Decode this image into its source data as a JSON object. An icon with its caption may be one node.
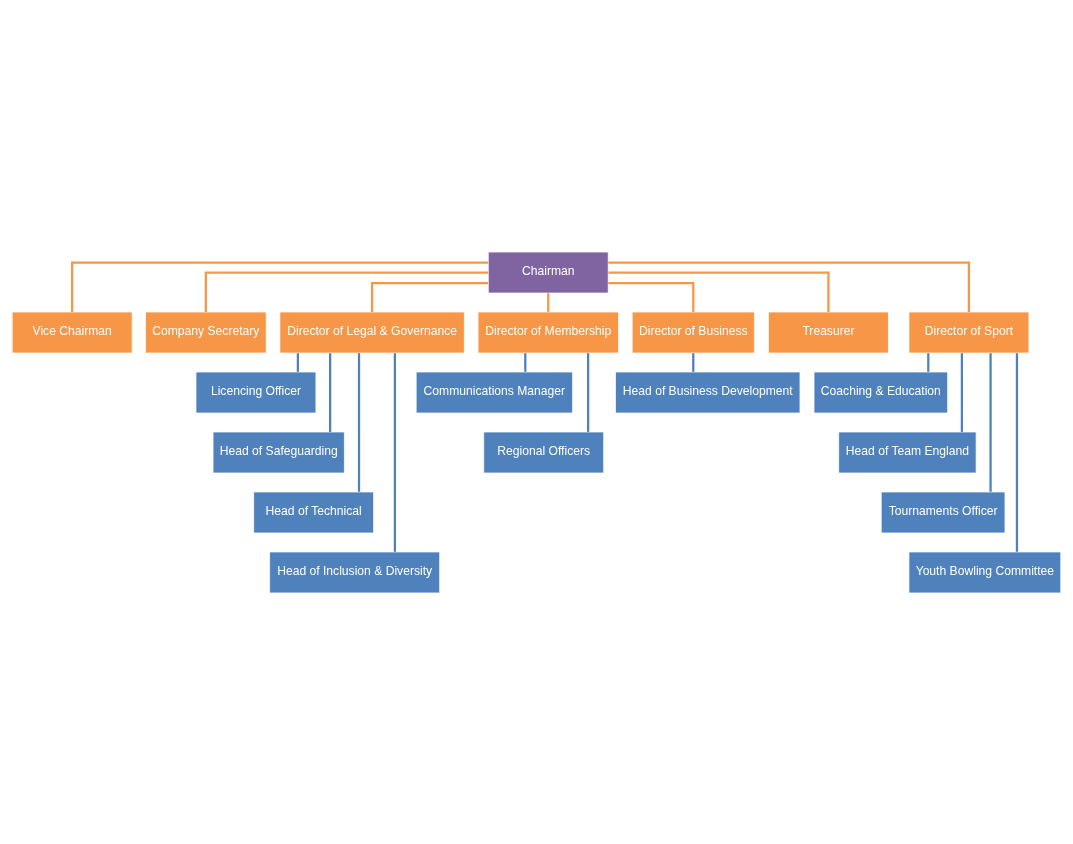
{
  "diagram": {
    "nodes": [
      {
        "text": [
          "Chairman"
        ]
      },
      {
        "text": [
          "Vice Chairman"
        ]
      },
      {
        "text": [
          "Company Secretary"
        ]
      },
      {
        "text": [
          "Director of Legal & Governance"
        ]
      },
      {
        "text": [
          "Director of Membership"
        ]
      },
      {
        "text": [
          "Director of Business"
        ]
      },
      {
        "text": [
          "Treasurer"
        ]
      },
      {
        "text": [
          "Director of Sport"
        ]
      },
      {
        "text": [
          "Licencing Officer"
        ]
      },
      {
        "text": [
          "Head of Safeguarding"
        ]
      },
      {
        "text": [
          "Head of Technical"
        ]
      },
      {
        "text": [
          "Head of Inclusion & Diversity"
        ]
      },
      {
        "text": [
          "Communications Manager"
        ]
      },
      {
        "text": [
          "Regional Officers"
        ]
      },
      {
        "text": [
          "Head of Business Development"
        ]
      },
      {
        "text": [
          "Coaching & Education"
        ]
      },
      {
        "text": [
          "Head of Team England"
        ]
      },
      {
        "text": [
          "Tournaments Officer"
        ]
      },
      {
        "text": [
          "Youth Bowling Committee"
        ]
      }
    ],
    "edges": [
      {
        "from": 0,
        "to": 1,
        "arrow": "none",
        "color": "#f79646"
      },
      {
        "from": 0,
        "to": 2,
        "arrow": "none",
        "color": "#f79646"
      },
      {
        "from": 0,
        "to": 3,
        "arrow": "none",
        "color": "#f79646"
      },
      {
        "from": 0,
        "to": 4,
        "arrow": "none",
        "color": "#f79646"
      },
      {
        "from": 0,
        "to": 5,
        "arrow": "none",
        "color": "#f79646"
      },
      {
        "from": 0,
        "to": 6,
        "arrow": "none",
        "color": "#f79646"
      },
      {
        "from": 0,
        "to": 7,
        "arrow": "none",
        "color": "#f79646"
      },
      {
        "from": 3,
        "to": 8,
        "arrow": "none"
      },
      {
        "from": 3,
        "to": 9,
        "arrow": "none"
      },
      {
        "from": 3,
        "to": 10,
        "arrow": "none"
      },
      {
        "from": 3,
        "to": 11,
        "arrow": "none"
      },
      {
        "from": 4,
        "to": 12,
        "arrow": "none"
      },
      {
        "from": 4,
        "to": 13,
        "arrow": "none"
      },
      {
        "from": 5,
        "to": 14,
        "arrow": "none"
      },
      {
        "from": 7,
        "to": 15,
        "arrow": "none"
      },
      {
        "from": 7,
        "to": 16,
        "arrow": "none"
      },
      {
        "from": 7,
        "to": 17,
        "arrow": "none"
      },
      {
        "from": 7,
        "to": 18,
        "arrow": "none"
      }
    ]
  }
}
